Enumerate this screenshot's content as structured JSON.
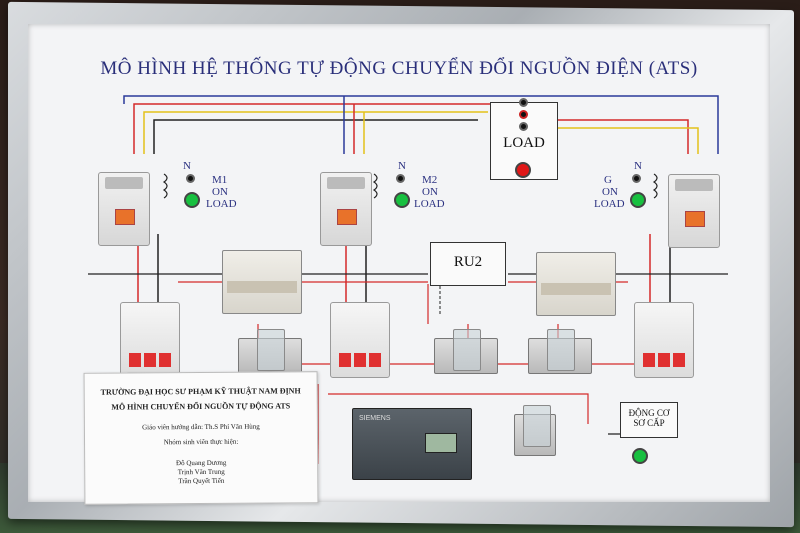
{
  "board": {
    "title": "MÔ HÌNH HỆ THỐNG TỰ ĐỘNG CHUYỂN ĐỔI NGUỒN ĐIỆN (ATS)",
    "load_label": "LOAD",
    "ru2_label": "RU2",
    "engine_label_1": "ĐỘNG CƠ",
    "engine_label_2": "SƠ CẤP",
    "source1": {
      "a": "N",
      "b": "M1",
      "c": "ON",
      "d": "LOAD"
    },
    "source2": {
      "a": "N",
      "b": "M2",
      "c": "ON",
      "d": "LOAD"
    },
    "source3": {
      "a": "N",
      "b": "G",
      "c": "ON",
      "d": "LOAD"
    },
    "plc_brand": "SIEMENS"
  },
  "note": {
    "school": "TRƯỜNG ĐẠI HỌC SƯ PHẠM KỸ THUẬT NAM ĐỊNH",
    "model": "MÔ HÌNH CHUYỂN ĐỔI NGUỒN TỰ ĐỘNG ATS",
    "supervisor": "Giáo viên hướng dẫn: Th.S Phí Văn Hùng",
    "group": "Nhóm sinh viên thực hiện:",
    "students": [
      "Đỗ Quang Dương",
      "Trịnh Văn Trung",
      "Trần Quyết Tiến"
    ]
  },
  "colors": {
    "wire_red": "#d42a2a",
    "wire_blue": "#2b3a9a",
    "wire_yellow": "#e3c21a",
    "wire_black": "#222222",
    "lamp_green": "#18c040",
    "lamp_red": "#e01818"
  }
}
